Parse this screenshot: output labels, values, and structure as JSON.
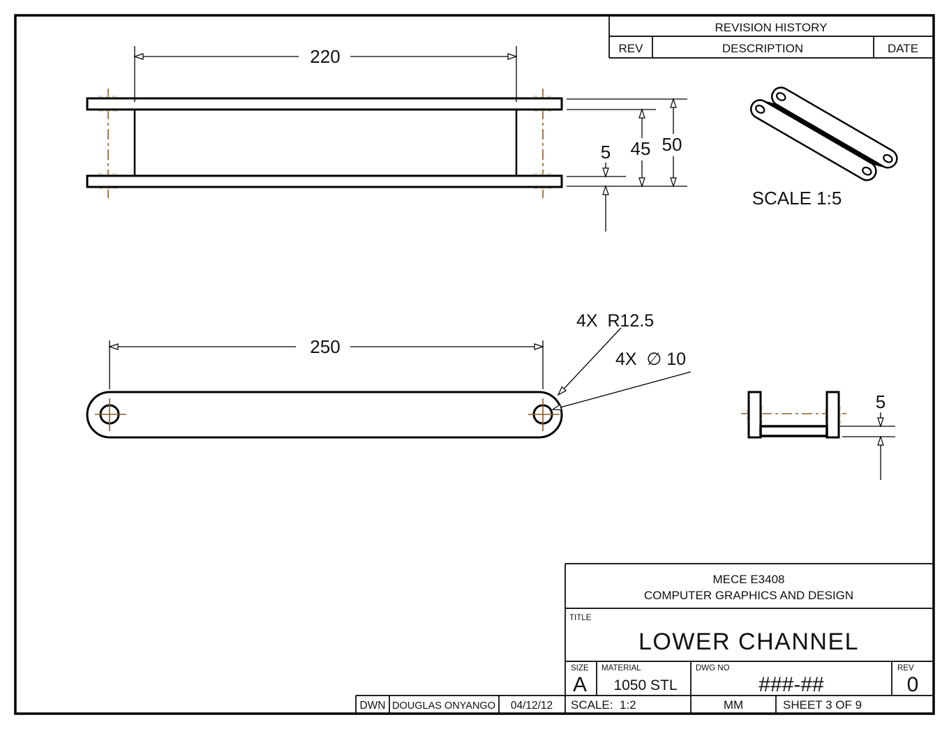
{
  "page": {
    "revision_table": {
      "title": "REVISION HISTORY",
      "columns": [
        "REV",
        "DESCRIPTION",
        "DATE"
      ]
    },
    "front_view": {
      "dim_width": "220",
      "dim_flange_thickness": "5",
      "dim_inner_height": "45",
      "dim_overall_height": "50"
    },
    "top_view": {
      "dim_hole_spacing": "250",
      "callout_corner_radius": "4X  R12.5",
      "callout_holes": "4X  ∅ 10"
    },
    "iso_view": {
      "scale_label": "SCALE 1:5"
    },
    "side_view": {
      "dim_web_thickness": "5"
    },
    "title_block": {
      "org_line1": "MECE E3408",
      "org_line2": "COMPUTER GRAPHICS AND DESIGN",
      "title_label": "TITLE",
      "title": "LOWER CHANNEL",
      "size_label": "SIZE",
      "size": "A",
      "material_label": "MATERIAL",
      "material": "1050 STL",
      "dwg_no_label": "DWG NO",
      "dwg_no": "###-##",
      "rev_label": "REV",
      "rev": "0",
      "scale": "SCALE:  1:2",
      "units": "MM",
      "sheet": "SHEET 3 OF 9",
      "drawn_label": "DWN",
      "drawn_by": "DOUGLAS ONYANGO",
      "drawn_date": "04/12/12"
    },
    "colors": {
      "line": "#000000",
      "text": "#111111",
      "centerline": "#8a5a2a",
      "hidden": "#d8cba2"
    }
  }
}
